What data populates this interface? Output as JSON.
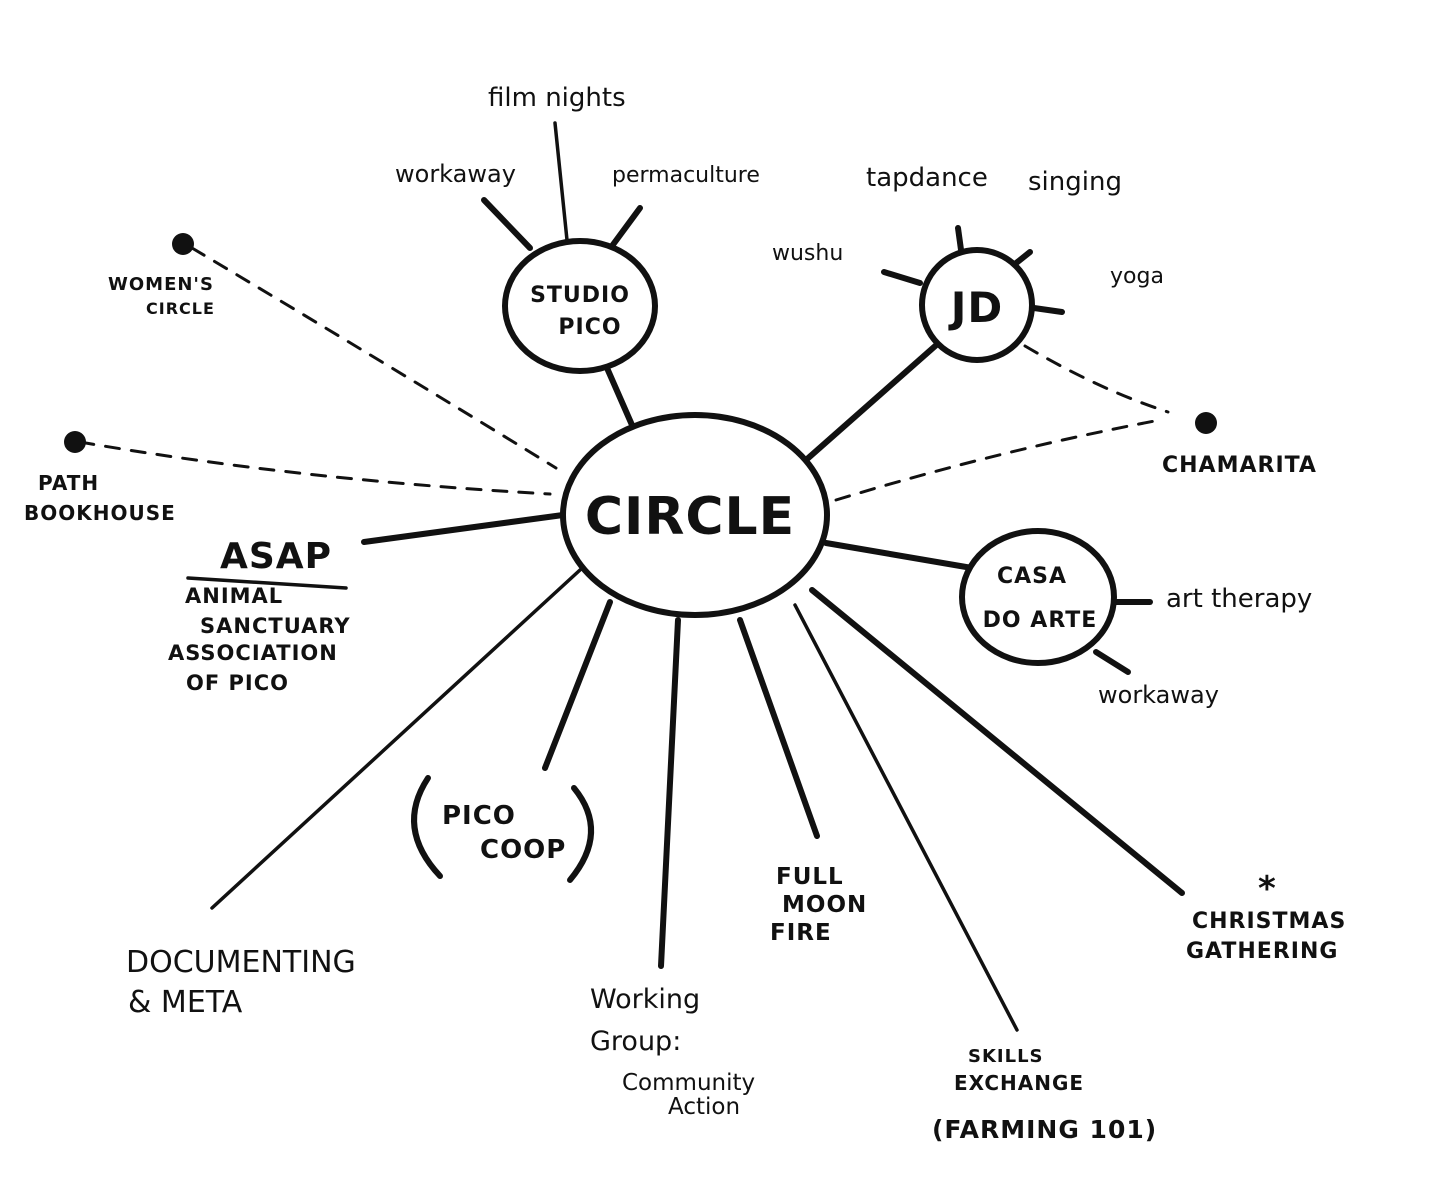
{
  "center": "CIRCLE",
  "hubs": {
    "studio_pico": {
      "line1": "STUDIO",
      "line2": "PICO",
      "spokes": [
        "film nights",
        "workaway",
        "permaculture"
      ]
    },
    "jd": {
      "label": "JD",
      "spokes": [
        "tapdance",
        "singing",
        "wushu",
        "yoga"
      ]
    },
    "casa_do_arte": {
      "line1": "CASA",
      "line2": "DO ARTE",
      "spokes": [
        "art therapy",
        "workaway"
      ]
    }
  },
  "dotted_nodes": {
    "womens_circle": [
      "WOMEN'S",
      "CIRCLE"
    ],
    "path_bookhouse": [
      "PATH",
      "BOOKHOUSE"
    ],
    "chamarita": [
      "CHAMARITA"
    ]
  },
  "asap": {
    "acronym": "ASAP",
    "lines": [
      "ANIMAL",
      "SANCTUARY",
      "ASSOCIATION",
      "OF PICO"
    ]
  },
  "pico_coop": [
    "PICO",
    "COOP"
  ],
  "documenting": [
    "DOCUMENTING",
    "& META"
  ],
  "working_group": [
    "Working",
    "Group:",
    "Community",
    "Action"
  ],
  "full_moon": [
    "FULL",
    "MOON",
    "FIRE"
  ],
  "skills_exchange": [
    "SKILLS",
    "EXCHANGE",
    "(FARMING 101)"
  ],
  "christmas": {
    "mark": "*",
    "lines": [
      "CHRISTMAS",
      "GATHERING"
    ]
  }
}
